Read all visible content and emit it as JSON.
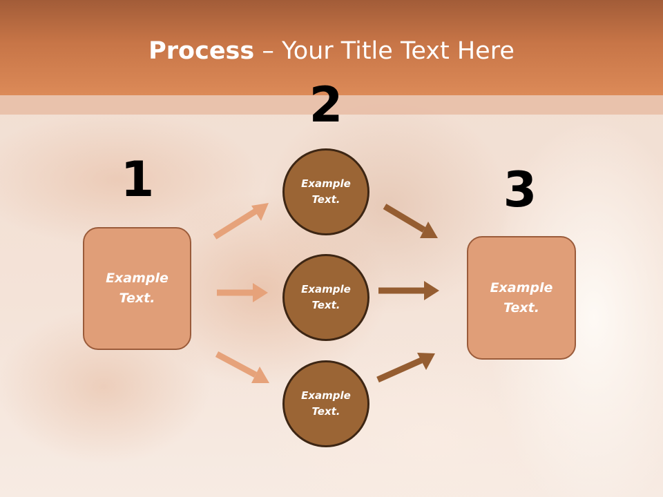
{
  "title": {
    "bold": "Process",
    "rest": " – Your Title Text Here"
  },
  "steps": {
    "one": {
      "number": "1",
      "text": "Example\nText."
    },
    "two": {
      "number": "2",
      "items": [
        {
          "text": "Example\nText."
        },
        {
          "text": "Example\nText."
        },
        {
          "text": "Example\nText."
        }
      ]
    },
    "three": {
      "number": "3",
      "text": "Example\nText."
    }
  },
  "colors": {
    "header": "#c77547",
    "box_fill": "#e09e78",
    "circle_fill": "#9b6535",
    "arrow_light": "#e6a27a",
    "arrow_dark": "#955d31"
  }
}
